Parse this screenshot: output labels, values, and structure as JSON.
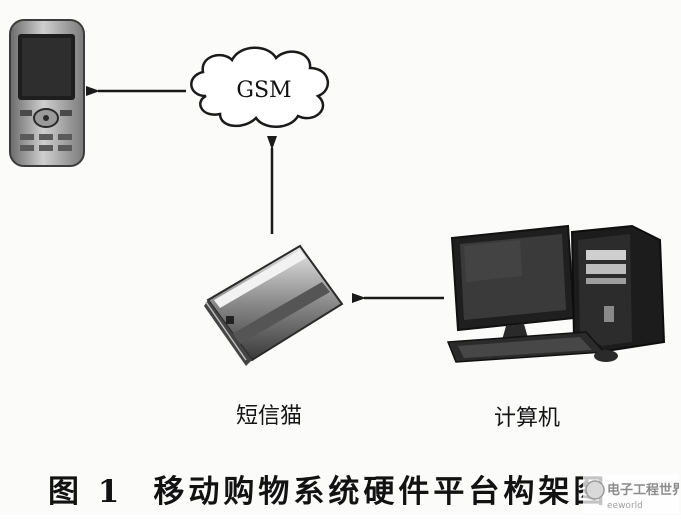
{
  "diagram": {
    "cloud_label": "GSM",
    "modem_label": "短信猫",
    "computer_label": "计算机"
  },
  "caption": {
    "figure_number": "图 1",
    "title": "移动购物系统硬件平台构架图"
  },
  "watermark": {
    "text": "电子工程世界",
    "sub_text": "eeworld"
  }
}
